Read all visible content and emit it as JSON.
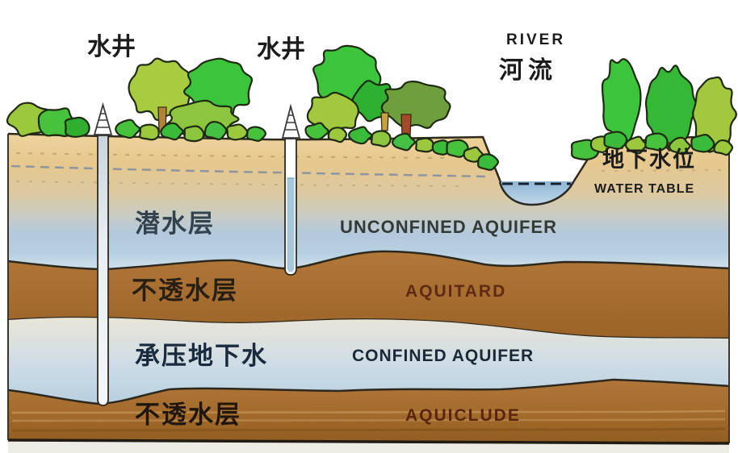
{
  "diagram": {
    "wells": {
      "well1_label": "水井",
      "well2_label": "水井"
    },
    "river": {
      "label_en": "RIVER",
      "label_zh": "河流"
    },
    "water_table": {
      "label_zh": "地下水位",
      "label_en": "WATER TABLE"
    },
    "layers": {
      "unconfined": {
        "zh": "潜水层",
        "en": "UNCONFINED AQUIFER"
      },
      "aquitard": {
        "zh": "不透水层",
        "en": "AQUITARD"
      },
      "confined": {
        "zh": "承压地下水",
        "en": "CONFINED AQUIFER"
      },
      "aquiclude": {
        "zh": "不透水层",
        "en": "AQUICLUDE"
      }
    },
    "colors": {
      "topsoil": "#e6c88f",
      "unconfined_aquifer_water": "#b4c9db",
      "aquitard_brown": "#a56c2e",
      "confined_aquifer_water": "#c4d7e4",
      "aquiclude_brown": "#9c6426",
      "river_water": "#8fb6d6",
      "tree_green": "#3cc43c",
      "tree_yellow_green": "#a2c83e",
      "tree_olive": "#6f9e3c"
    }
  }
}
